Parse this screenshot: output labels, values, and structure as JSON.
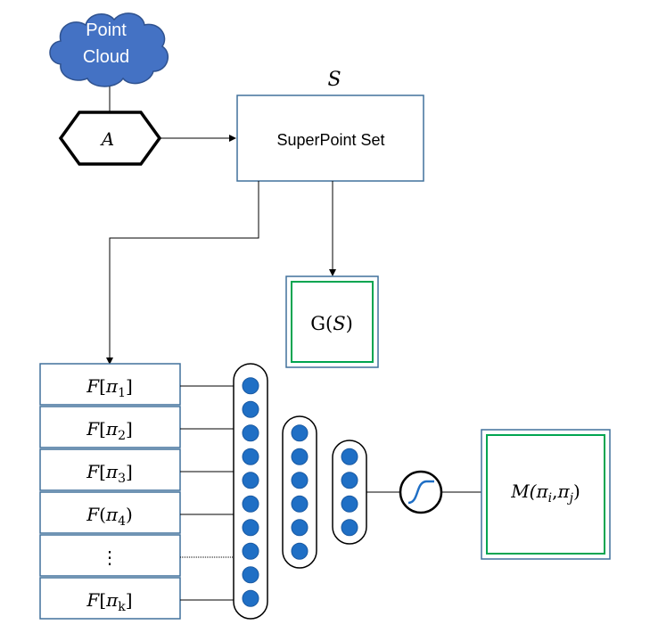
{
  "cloud": {
    "line1": "Point",
    "line2": "Cloud"
  },
  "input_hexagon": {
    "label": "A"
  },
  "superpoint": {
    "symbol": "S",
    "label": "SuperPoint Set"
  },
  "graph_box": {
    "label_head": "G(",
    "label_var": "S",
    "label_tail": ")"
  },
  "features": [
    {
      "func": "F",
      "open": "[",
      "var": "π",
      "sub": "1",
      "close": "]"
    },
    {
      "func": "F",
      "open": "[",
      "var": "π",
      "sub": "2",
      "close": "]"
    },
    {
      "func": "F",
      "open": "[",
      "var": "π",
      "sub": "3",
      "close": "]"
    },
    {
      "func": "F",
      "open": "(",
      "var": "π",
      "sub": "4",
      "close": ")"
    },
    {
      "func": "",
      "open": "",
      "var": "⋮",
      "sub": "",
      "close": ""
    },
    {
      "func": "F",
      "open": "[",
      "var": "π",
      "sub": "k",
      "close": "]"
    }
  ],
  "network": {
    "layer_sizes": [
      10,
      6,
      4
    ]
  },
  "activation": {
    "icon": "sigmoid-icon"
  },
  "output_box": {
    "func": "M(",
    "var1": "π",
    "sub1": "i",
    "comma": ",",
    "var2": "π",
    "sub2": "j",
    "close": ")"
  },
  "colors": {
    "cloud_fill": "#4472c4",
    "cloud_stroke": "#2f528f",
    "node_fill": "#1f6fc5",
    "box_stroke": "#41719c",
    "green_frame": "#00a550",
    "line": "#000000"
  }
}
